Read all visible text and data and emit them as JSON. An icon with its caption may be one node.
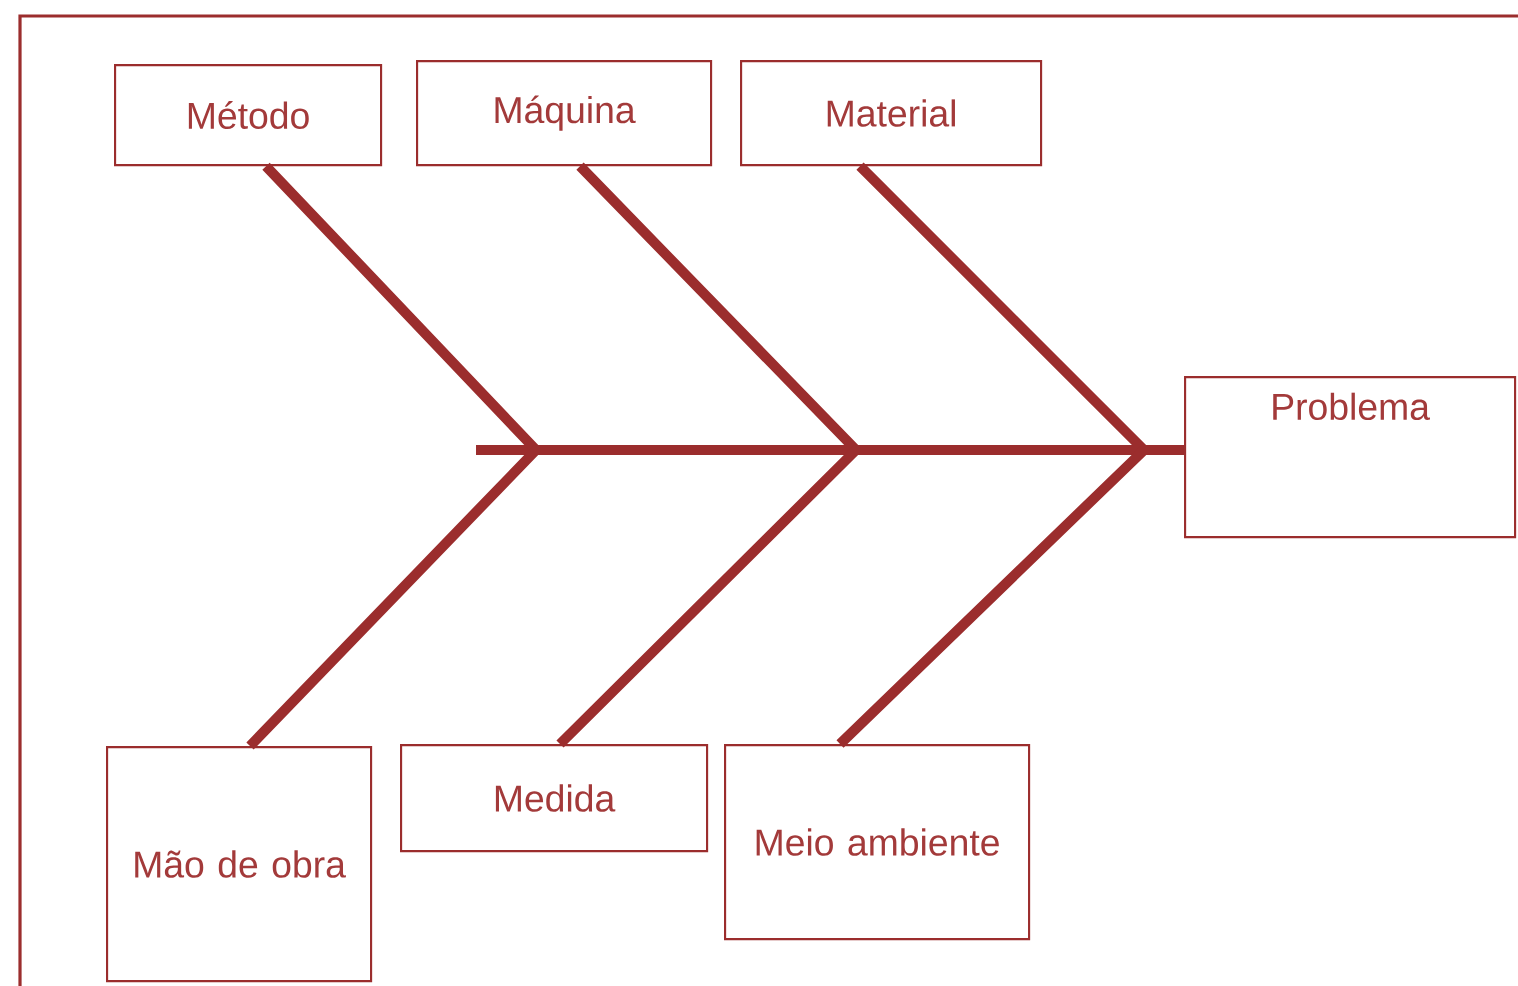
{
  "diagram": {
    "nodes": [
      {
        "text": [
          "Método"
        ]
      },
      {
        "text": [
          "Máquina"
        ]
      },
      {
        "text": [
          "Material"
        ]
      },
      {
        "text": [
          "Problema"
        ]
      },
      {
        "text": [
          "Mão de obra"
        ]
      },
      {
        "text": [
          "Medida"
        ]
      },
      {
        "text": [
          "Meio ambiente"
        ]
      }
    ],
    "edges": [
      {
        "from": 0,
        "to": 3,
        "arrow": "none"
      },
      {
        "from": 1,
        "to": 3,
        "arrow": "none"
      },
      {
        "from": 2,
        "to": 3,
        "arrow": "none"
      },
      {
        "from": 4,
        "to": 3,
        "arrow": "none"
      },
      {
        "from": 5,
        "to": 3,
        "arrow": "none"
      },
      {
        "from": 6,
        "to": 3,
        "arrow": "none"
      }
    ]
  }
}
